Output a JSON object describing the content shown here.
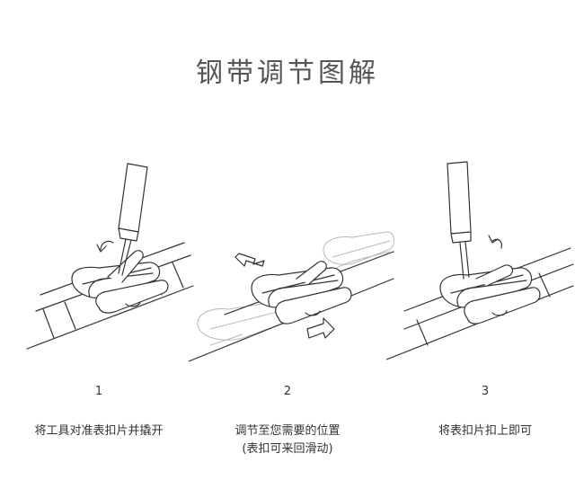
{
  "title": "钢带调节图解",
  "steps": [
    {
      "number": "1",
      "caption_lines": [
        "将工具对准表扣片并撬开"
      ]
    },
    {
      "number": "2",
      "caption_lines": [
        "调节至您需要的位置",
        "(表扣可来回滑动)"
      ]
    },
    {
      "number": "3",
      "caption_lines": [
        "将表扣片扣上即可"
      ]
    }
  ],
  "colors": {
    "line": "#333333",
    "ghost": "#b8b8b8",
    "text": "#333333"
  }
}
